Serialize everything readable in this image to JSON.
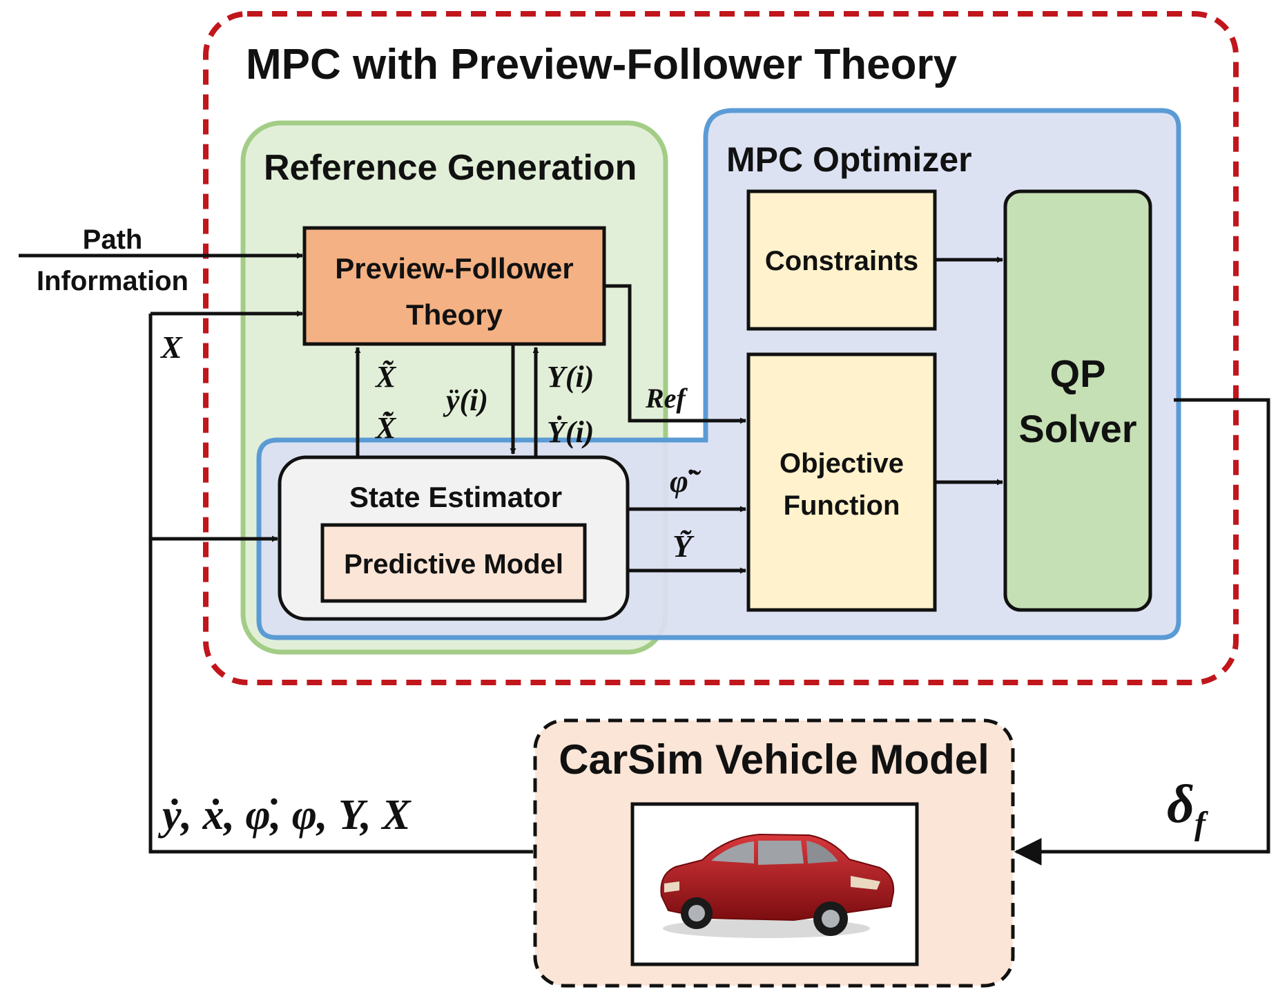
{
  "title": "MPC with Preview-Follower Theory",
  "reference_generation": {
    "title": "Reference Generation",
    "preview_follower_line1": "Preview-Follower",
    "preview_follower_line2": "Theory",
    "state_estimator": "State Estimator",
    "predictive_model": "Predictive Model"
  },
  "mpc_optimizer": {
    "title": "MPC Optimizer",
    "constraints": "Constraints",
    "objective_line1": "Objective",
    "objective_line2": "Function",
    "qp_line1": "QP",
    "qp_line2": "Solver"
  },
  "vehicle": {
    "title": "CarSim Vehicle Model"
  },
  "signals": {
    "path_line1": "Path",
    "path_line2": "Information",
    "x_feedback": "X",
    "x_tilde": "X̃",
    "x_tilde_dot": "X̃̇",
    "y_ddot_i": "ÿ(i)",
    "Y_i": "Y(i)",
    "Y_dot_i": "Ẏ(i)",
    "ref": "Ref",
    "phi_tilde_dot": "φ̃̇",
    "Y_tilde": "Ỹ",
    "feedback_states": "ẏ, ẋ, φ̇, φ, Y, X",
    "delta_f": "δ",
    "delta_sub": "f"
  },
  "colors": {
    "outer_dashed": "#c0161c",
    "green_fill": "#e2efd8",
    "green_border": "#a3cd86",
    "blue_fill": "#dae0f2",
    "blue_border": "#5b9bd5",
    "orange_block": "#f4b183",
    "yellow_block": "#fff2cc",
    "qp_green": "#c5e0b4",
    "gray_block": "#f2f2f2",
    "peach_block": "#fbe5d6",
    "vehicle_fill": "#fbe5d6",
    "car_red": "#b3191d"
  }
}
